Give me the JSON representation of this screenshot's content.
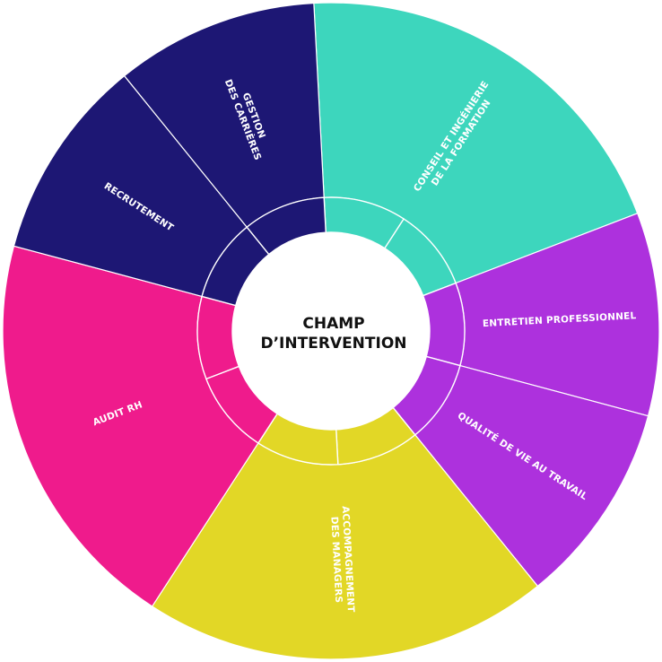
{
  "center": {
    "line1": "CHAMP",
    "line2": "D’INTERVENTION"
  },
  "segments": [
    {
      "id": "conseil",
      "lines": [
        "CONSEIL ET INGÉNIERIE",
        "DE LA FORMATION"
      ],
      "color": "#3dd6bd",
      "text_color": "#ffffff",
      "share": 2
    },
    {
      "id": "entretien",
      "lines": [
        "ENTRETIEN PROFESSIONNEL"
      ],
      "color": "#ad31dd",
      "text_color": "#ffffff",
      "share": 1
    },
    {
      "id": "qvt",
      "lines": [
        "QUALITÉ DE VIE AU TRAVAIL"
      ],
      "color": "#ad31dd",
      "text_color": "#ffffff",
      "share": 1
    },
    {
      "id": "accompagnement",
      "lines": [
        "ACCOMPAGNEMENT",
        "DES MANAGERS"
      ],
      "color": "#e2d726",
      "text_color": "#2a2a2a",
      "share": 2
    },
    {
      "id": "audit",
      "lines": [
        "AUDIT RH"
      ],
      "color": "#ef1b8c",
      "text_color": "#ffffff",
      "share": 2
    },
    {
      "id": "recrutement",
      "lines": [
        "RECRUTEMENT"
      ],
      "color": "#1d1774",
      "text_color": "#ffffff",
      "share": 1
    },
    {
      "id": "gestion",
      "lines": [
        "GESTION",
        "DES CARRIÈRES"
      ],
      "color": "#1d1774",
      "text_color": "#ffffff",
      "share": 1
    }
  ]
}
